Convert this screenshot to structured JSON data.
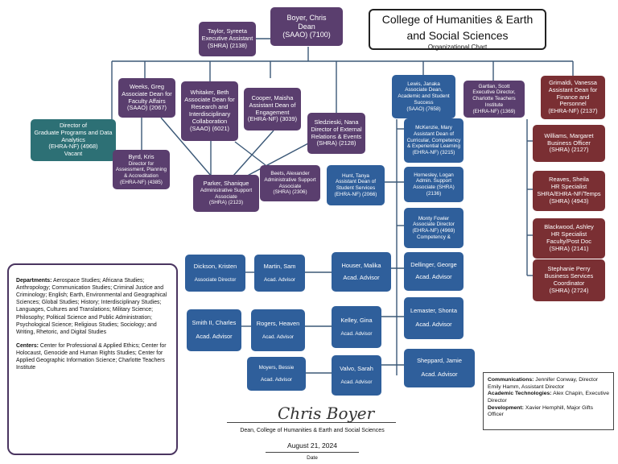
{
  "title": {
    "line1": "College of Humanities & Earth",
    "line2": "and Social Sciences",
    "sub": "Organizational Chart"
  },
  "dean": {
    "name": "Boyer, Chris",
    "title": "Dean",
    "code": "(SAAO) (7100)"
  },
  "taylor": {
    "name": "Taylor, Syreeta",
    "title": "Executive Assistant",
    "code": "(SHRA) (2138)"
  },
  "weeks": {
    "name": "Weeks, Greg",
    "title": "Associate Dean for Faculty Affairs",
    "code": "(SAAO) (2067)"
  },
  "whitaker": {
    "name": "Whitaker, Beth",
    "title": "Associate Dean for Research and Interdisciplinary Collaboration",
    "code": "(SAAO) (6021)"
  },
  "cooper": {
    "name": "Cooper, Maisha",
    "title": "Assistant Dean of Engagement",
    "code": "(EHRA-NF) (3039)"
  },
  "sledzieski": {
    "name": "Sledzieski, Nana",
    "title": "Director of External Relations & Events",
    "code": "(SHRA) (2128)"
  },
  "lewis": {
    "name": "Lewis, Janaka",
    "title": "Associate Dean, Academic and Student Success",
    "code": "(SAAO) (7658)"
  },
  "gartlan": {
    "name": "Gartlan, Scott",
    "title": "Executive Director, Charlotte Teachers Institute",
    "code": "(EHRA-NF) (1369)"
  },
  "grimaldi": {
    "name": "Grimaldi, Vanessa",
    "title": "Assistant Dean for Finance and Personnel",
    "code": "(EHRA-NF) (2137)"
  },
  "director_grad": {
    "name": "Director of",
    "title": "Graduate Programs and Data Analytics",
    "code": "(EHRA-NF) (4968)",
    "note": "Vacant"
  },
  "byrd": {
    "name": "Byrd, Kris",
    "title": "Director for Assessment, Planning & Accreditation",
    "code": "(EHRA-NF) (4385)"
  },
  "parker": {
    "name": "Parker, Shanique",
    "title": "Administrative Support Associate",
    "code": "(SHRA) (2123)"
  },
  "beets": {
    "name": "Beets, Alexander",
    "title": "Administrative Support Associate",
    "code": "(SHRA) (2306)"
  },
  "hunt": {
    "name": "Hunt, Tanya",
    "title": "Assistant Dean of Student Services",
    "code": "(EHRA-NF) (2066)"
  },
  "mckenzie": {
    "name": "McKenzie, Mary",
    "title": "Assistant Dean of Curricular, Competency & Experiential Learning",
    "code": "(EHRA-NF) (3215)"
  },
  "hornesley": {
    "name": "Hornesley, Logan",
    "title": "Admin. Support Associate (SHRA)",
    "code": "(2136)"
  },
  "monty": {
    "name": "Monty Fowler",
    "title": "Associate Director",
    "code": "(EHRA-NF) (4969)",
    "note": "Competency &"
  },
  "williams": {
    "name": "Williams, Margaret",
    "title": "Business Officer",
    "code": "(SHRA) (2127)"
  },
  "reaves": {
    "name": "Reaves, Sheila",
    "title": "HR Specialist SHRA/EHRA-NF/Temps",
    "code": "(SHRA) (4943)"
  },
  "blackwood": {
    "name": "Blackwood, Ashley",
    "title": "HR Specialist Faculty/Post Doc",
    "code": "(SHRA) (2141)"
  },
  "perry": {
    "name": "Stephanie Perry",
    "title": "Business Services Coordinator",
    "code": "(SHRA) (2724)"
  },
  "dickson": {
    "name": "Dickson, Kristen",
    "title": "Associate Director"
  },
  "martin": {
    "name": "Martin, Sam",
    "title": "Acad. Advisor"
  },
  "houser": {
    "name": "Houser, Malika",
    "title": "Acad. Advisor"
  },
  "dellinger": {
    "name": "Dellinger, George",
    "title": "Acad. Advisor"
  },
  "smith": {
    "name": "Smith II, Charles",
    "title": "Acad. Advisor"
  },
  "rogers": {
    "name": "Rogers, Heaven",
    "title": "Acad. Advisor"
  },
  "kelley": {
    "name": "Kelley, Gina",
    "title": "Acad. Advisor"
  },
  "lemaster": {
    "name": "Lemaster, Shonta",
    "title": "Acad. Advisor"
  },
  "moyers": {
    "name": "Moyers, Bessie",
    "title": "Acad. Advisor"
  },
  "valvo": {
    "name": "Valvo, Sarah",
    "title": "Acad. Advisor"
  },
  "sheppard": {
    "name": "Sheppard, Jamie",
    "title": "Acad. Advisor"
  },
  "departments": {
    "label": "Departments:",
    "text": "Aerospace Studies; Africana Studies; Anthropology; Communication Studies; Criminal Justice and Criminology; English; Earth, Environmental and Geographical Sciences; Global Studies; History; Interdisciplinary Studies; Languages, Cultures and Translations; Military Science; Philosophy; Political Science and Public Administration; Psychological Science; Religious Studies; Sociology; and Writing, Rhetoric, and Digital Studies"
  },
  "centers": {
    "label": "Centers:",
    "text": "Center for Professional & Applied Ethics; Center for Holocaust, Genocide and Human Rights Studies; Center for Applied Geographic Information Science; Charlotte Teachers Institute"
  },
  "communications": {
    "comm_label": "Communications:",
    "comm_text": "Jennifer Conway, Director Emily Hamm, Assistant Director",
    "tech_label": "Academic Technologies:",
    "tech_text": "Alex Chapin, Executive Director",
    "dev_label": "Development:",
    "dev_text": "Xavier Hemphill, Major Gifts Officer"
  },
  "signature": {
    "sig": "Chris Boyer",
    "caption": "Dean, College of Humanities & Earth and Social Sciences",
    "date": "August 21, 2024",
    "date_label": "Date"
  }
}
